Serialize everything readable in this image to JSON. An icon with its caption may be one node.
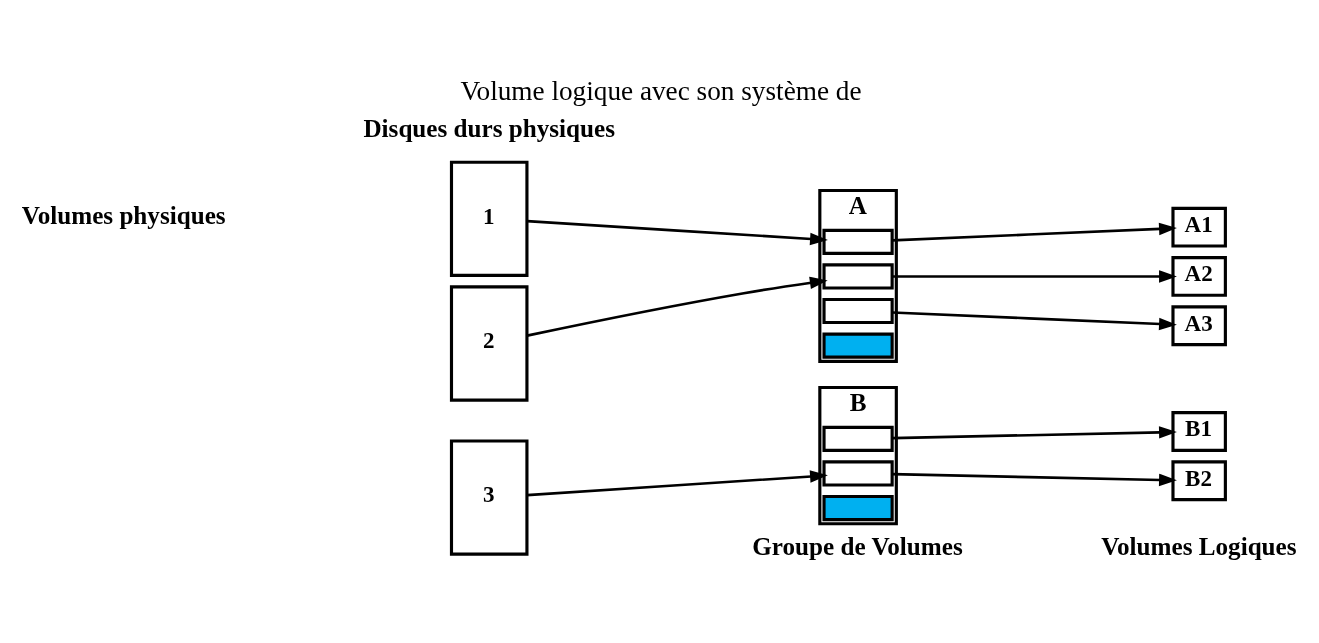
{
  "diagram": {
    "title": "Volume logique avec son système de",
    "nodes": [
      {
        "text": [
          "1"
        ]
      },
      {
        "text": [
          "2"
        ]
      },
      {
        "text": [
          "3"
        ]
      },
      {
        "text": [
          "A"
        ]
      },
      {
        "text": [],
        "shape": "box",
        "in": 3
      },
      {
        "text": [],
        "shape": "box",
        "in": 3
      },
      {
        "text": [],
        "shape": "box",
        "in": 3
      },
      {
        "text": [],
        "shape": "bar",
        "in": 3
      },
      {
        "text": [
          "B"
        ]
      },
      {
        "text": [],
        "shape": "box",
        "in": 8
      },
      {
        "text": [],
        "shape": "box",
        "in": 8
      },
      {
        "text": [],
        "shape": "bar",
        "in": 8
      },
      {
        "text": [
          "A1"
        ]
      },
      {
        "text": [
          "A2"
        ]
      },
      {
        "text": [
          "A3"
        ]
      },
      {
        "text": [
          "B1"
        ]
      },
      {
        "text": [
          "B2"
        ]
      }
    ],
    "edges": [
      {
        "from": 0,
        "to": 4,
        "arrow": "to"
      },
      {
        "from": 1,
        "to": 5,
        "arrow": "to"
      },
      {
        "from": 2,
        "to": 10,
        "arrow": "to"
      },
      {
        "from": 4,
        "to": 12,
        "arrow": "to"
      },
      {
        "from": 5,
        "to": 13,
        "arrow": "to"
      },
      {
        "from": 6,
        "to": 14,
        "arrow": "to"
      },
      {
        "from": 9,
        "to": 15,
        "arrow": "to"
      },
      {
        "from": 10,
        "to": 16,
        "arrow": "to"
      }
    ],
    "labels": [
      "Disques durs physiques",
      "Volumes physiques",
      "Groupe de Volumes",
      "Volumes Logiques"
    ]
  }
}
